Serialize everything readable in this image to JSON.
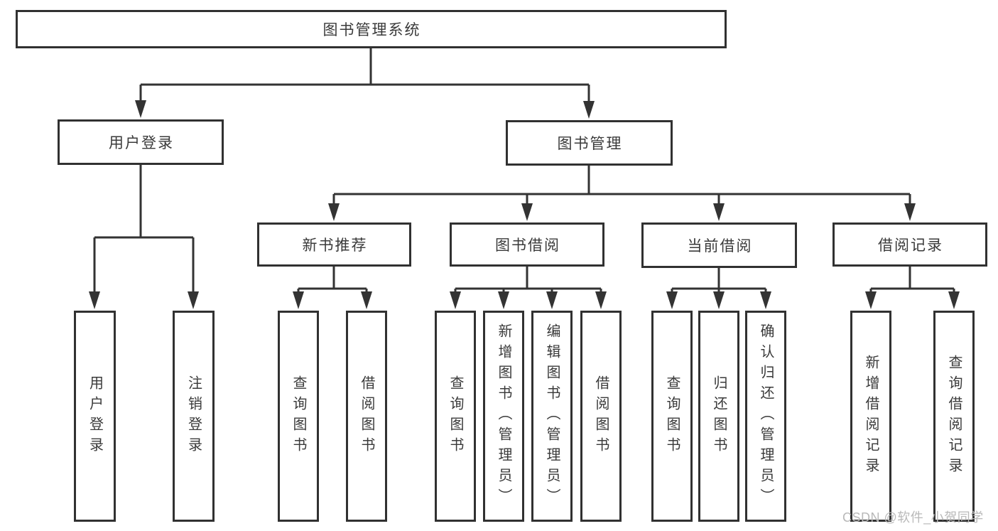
{
  "diagram": {
    "type": "tree",
    "title": "图书管理系统",
    "watermark": "CSDN @软件_小贺同学",
    "colors": {
      "line": "#333333",
      "border": "#313131",
      "text": "#3a3a3a",
      "box_bg": "#ffffff",
      "watermark": "#b9b9b9"
    },
    "level2": [
      {
        "label": "用户登录",
        "parent": "图书管理系统"
      },
      {
        "label": "图书管理",
        "parent": "图书管理系统"
      }
    ],
    "level3": [
      {
        "label": "新书推荐",
        "parent": "图书管理"
      },
      {
        "label": "图书借阅",
        "parent": "图书管理"
      },
      {
        "label": "当前借阅",
        "parent": "图书管理"
      },
      {
        "label": "借阅记录",
        "parent": "图书管理"
      }
    ],
    "leaves": [
      {
        "label": "用户登录",
        "parent": "用户登录"
      },
      {
        "label": "注销登录",
        "parent": "用户登录"
      },
      {
        "label": "查询图书",
        "parent": "新书推荐"
      },
      {
        "label": "借阅图书",
        "parent": "新书推荐"
      },
      {
        "label": "查询图书",
        "parent": "图书借阅"
      },
      {
        "label": "新增图书（管理员）",
        "parent": "图书借阅"
      },
      {
        "label": "编辑图书（管理员）",
        "parent": "图书借阅"
      },
      {
        "label": "借阅图书",
        "parent": "图书借阅"
      },
      {
        "label": "查询图书",
        "parent": "当前借阅"
      },
      {
        "label": "归还图书",
        "parent": "当前借阅"
      },
      {
        "label": "确认归还（管理员）",
        "parent": "当前借阅"
      },
      {
        "label": "新增借阅记录",
        "parent": "借阅记录"
      },
      {
        "label": "查询借阅记录",
        "parent": "借阅记录"
      }
    ]
  }
}
